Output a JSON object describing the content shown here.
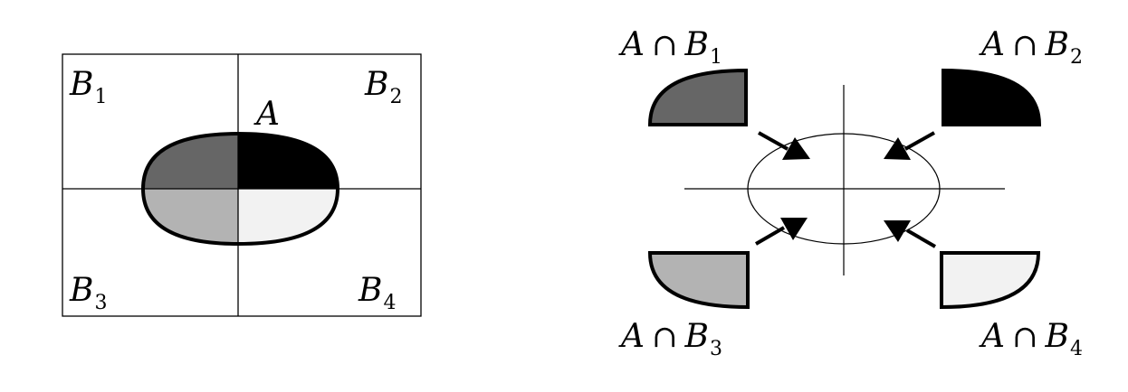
{
  "left_diagram": {
    "set_label": "A",
    "regions": [
      {
        "name": "B",
        "index": "1"
      },
      {
        "name": "B",
        "index": "2"
      },
      {
        "name": "B",
        "index": "3"
      },
      {
        "name": "B",
        "index": "4"
      }
    ]
  },
  "right_diagram": {
    "intersections": [
      {
        "set": "A",
        "op": "∩",
        "region": "B",
        "index": "1"
      },
      {
        "set": "A",
        "op": "∩",
        "region": "B",
        "index": "2"
      },
      {
        "set": "A",
        "op": "∩",
        "region": "B",
        "index": "3"
      },
      {
        "set": "A",
        "op": "∩",
        "region": "B",
        "index": "4"
      }
    ]
  },
  "colors": {
    "q1": "#666666",
    "q2": "#000000",
    "q3": "#b3b3b3",
    "q4": "#f2f2f2"
  }
}
